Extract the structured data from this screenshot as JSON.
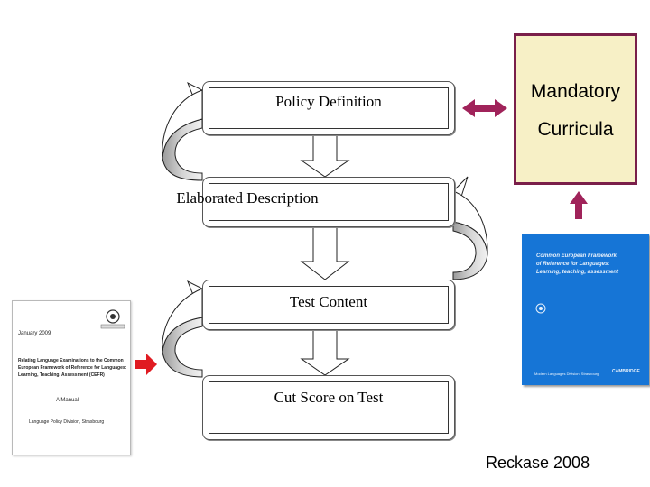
{
  "flow_steps": [
    "Policy Definition",
    "Elaborated Description",
    "Test Content",
    "Cut Score on Test"
  ],
  "mandatory": {
    "line1": "Mandatory",
    "line2": "Curricula"
  },
  "manual_document": {
    "date": "January 2009",
    "title_line1": "Relating Language Examinations to the Common",
    "title_line2": "European Framework of Reference for Languages:",
    "title_line3": "Learning, Teaching, Assessment (CEFR)",
    "subtitle": "A Manual",
    "division": "Language Policy Division, Strasbourg"
  },
  "cefr_book": {
    "title_line1": "Common European Framework",
    "title_line2": "of Reference for Languages:",
    "title_line3": "Learning, teaching, assessment",
    "footer_left": "Modern Languages Division, Strasbourg",
    "publisher": "CAMBRIDGE"
  },
  "credit": "Reckase  2008",
  "colors": {
    "double_arrow": "#a0235a",
    "up_arrow": "#a0235a",
    "red_arrow": "#e01b22",
    "mandatory_border": "#7a1f4a",
    "mandatory_fill": "#f7f0c6",
    "book_blue": "#1675d6",
    "loop_gray": "#c8c8c8"
  }
}
